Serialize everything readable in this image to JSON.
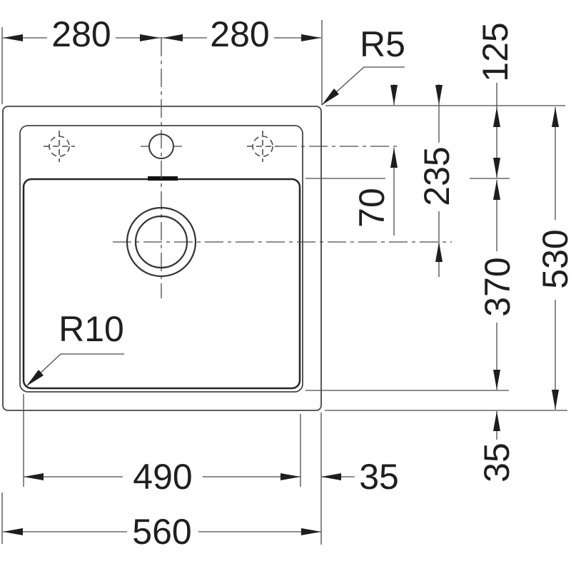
{
  "drawing": {
    "kind": "sink-installation-technical-drawing",
    "colors": {
      "line": "#4a4a4a",
      "accent": "#1f1f1f",
      "background": "#ffffff"
    },
    "dims": {
      "half_width_left": "280",
      "half_width_right": "280",
      "outer_corner_radius": "R5",
      "bowl_corner_radius": "R10",
      "back_to_tap_centerline": "70",
      "back_to_bowl_top": "125",
      "back_to_drain_center": "235",
      "bowl_depth": "370",
      "overall_depth": "530",
      "bowl_bottom_to_front_edge": "35",
      "bowl_width": "490",
      "bowl_side_to_edge": "35",
      "overall_width": "560"
    }
  }
}
